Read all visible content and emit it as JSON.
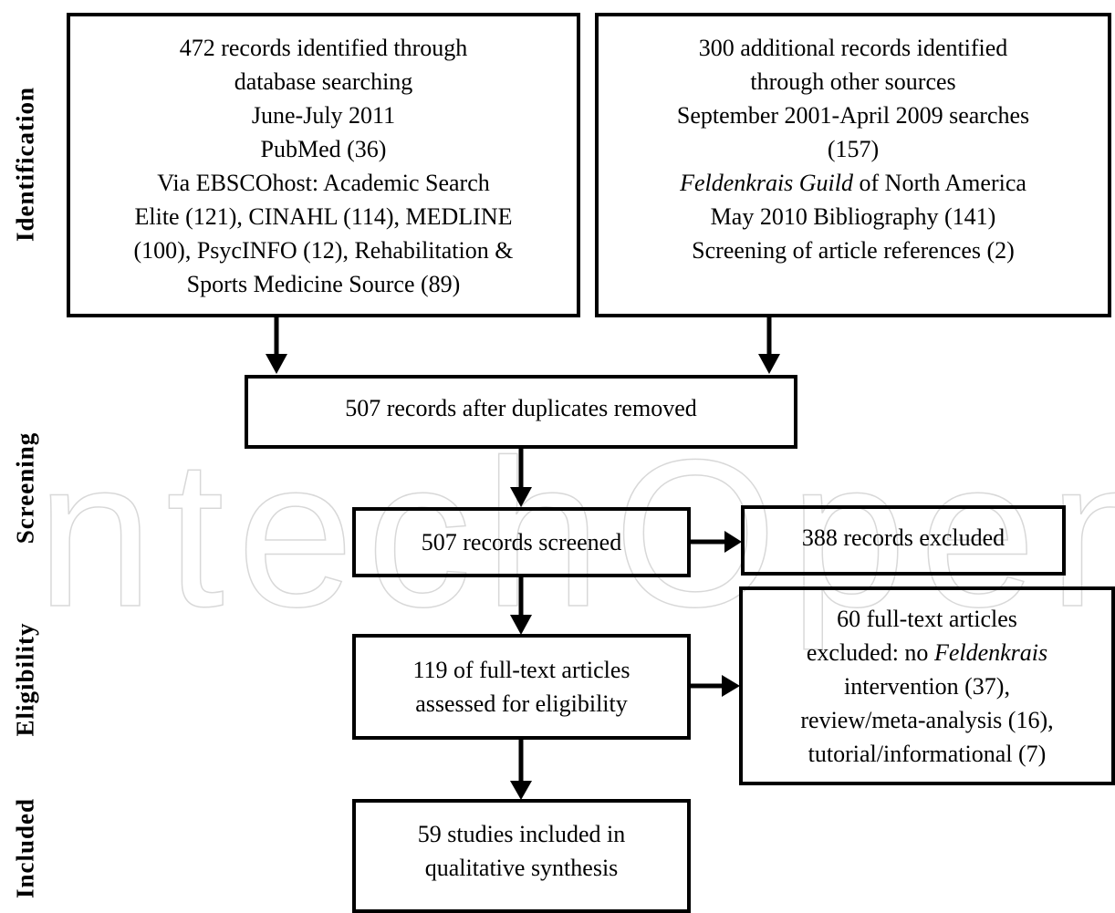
{
  "watermark": "ntechOpen",
  "stages": {
    "identification": "Identification",
    "screening": "Screening",
    "eligibility": "Eligibility",
    "included": "Included"
  },
  "boxes": {
    "database_search": {
      "lines": [
        "472 records identified through",
        "database searching",
        "June-July 2011",
        "PubMed (36)",
        "Via EBSCOhost: Academic Search",
        "Elite (121), CINAHL (114), MEDLINE",
        "(100), PsycINFO (12), Rehabilitation &",
        "Sports Medicine Source (89)"
      ]
    },
    "other_sources": {
      "line1": "300 additional records identified",
      "line2": "through other sources",
      "line3": "September 2001-April 2009 searches",
      "line4": "(157)",
      "line5_italic": "Feldenkrais Guild",
      "line5_rest": " of North America",
      "line6": "May 2010 Bibliography (141)",
      "line7": "Screening of article references (2)"
    },
    "duplicates_removed": {
      "text": "507 records after duplicates removed"
    },
    "screened": {
      "text": "507 records screened"
    },
    "excluded": {
      "text": "388 records excluded"
    },
    "fulltext_assessed": {
      "line1": "119 of full-text articles",
      "line2": "assessed for eligibility"
    },
    "fulltext_excluded": {
      "line1": "60 full-text articles",
      "line2_pre": "excluded: no ",
      "line2_italic": "Feldenkrais",
      "line3": "intervention (37),",
      "line4": "review/meta-analysis (16),",
      "line5": "tutorial/informational (7)"
    },
    "included_studies": {
      "line1": "59 studies included in",
      "line2": "qualitative synthesis"
    }
  },
  "colors": {
    "line": "#000000",
    "background": "#ffffff",
    "watermark": "#d8d8d8"
  }
}
